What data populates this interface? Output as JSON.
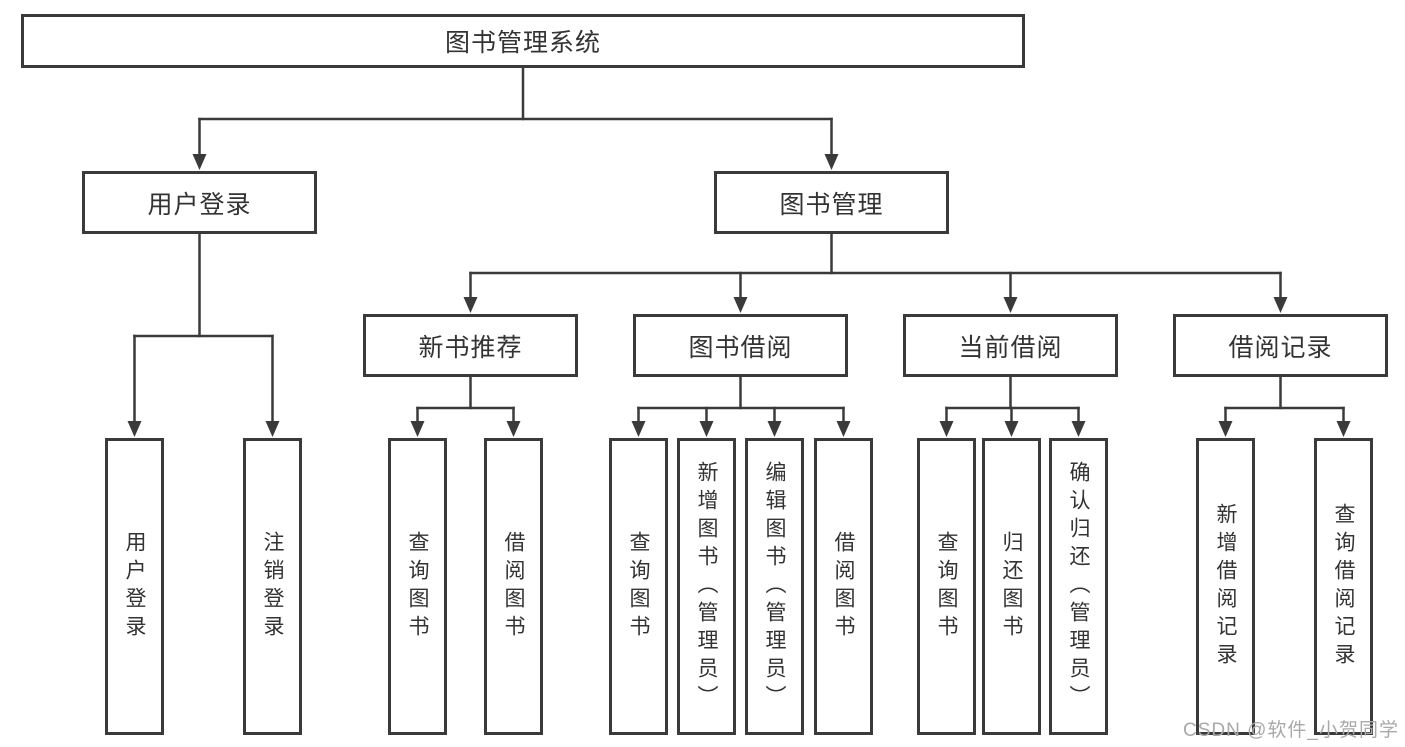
{
  "colors": {
    "line": "#3a3a3a",
    "text": "#333333",
    "watermark": "#a9a9a9",
    "background": "#ffffff"
  },
  "watermark": {
    "label": "CSDN @软件_小贺同学"
  },
  "tree": {
    "label": "图书管理系统",
    "children": [
      {
        "label": "用户登录",
        "children": [
          {
            "label": "用户登录"
          },
          {
            "label": "注销登录"
          }
        ]
      },
      {
        "label": "图书管理",
        "children": [
          {
            "label": "新书推荐",
            "children": [
              {
                "label": "查询图书"
              },
              {
                "label": "借阅图书"
              }
            ]
          },
          {
            "label": "图书借阅",
            "children": [
              {
                "label": "查询图书"
              },
              {
                "label": "新增图书（管理员）"
              },
              {
                "label": "编辑图书（管理员）"
              },
              {
                "label": "借阅图书"
              }
            ]
          },
          {
            "label": "当前借阅",
            "children": [
              {
                "label": "查询图书"
              },
              {
                "label": "归还图书"
              },
              {
                "label": "确认归还（管理员）"
              }
            ]
          },
          {
            "label": "借阅记录",
            "children": [
              {
                "label": "新增借阅记录"
              },
              {
                "label": "查询借阅记录"
              }
            ]
          }
        ]
      }
    ]
  }
}
